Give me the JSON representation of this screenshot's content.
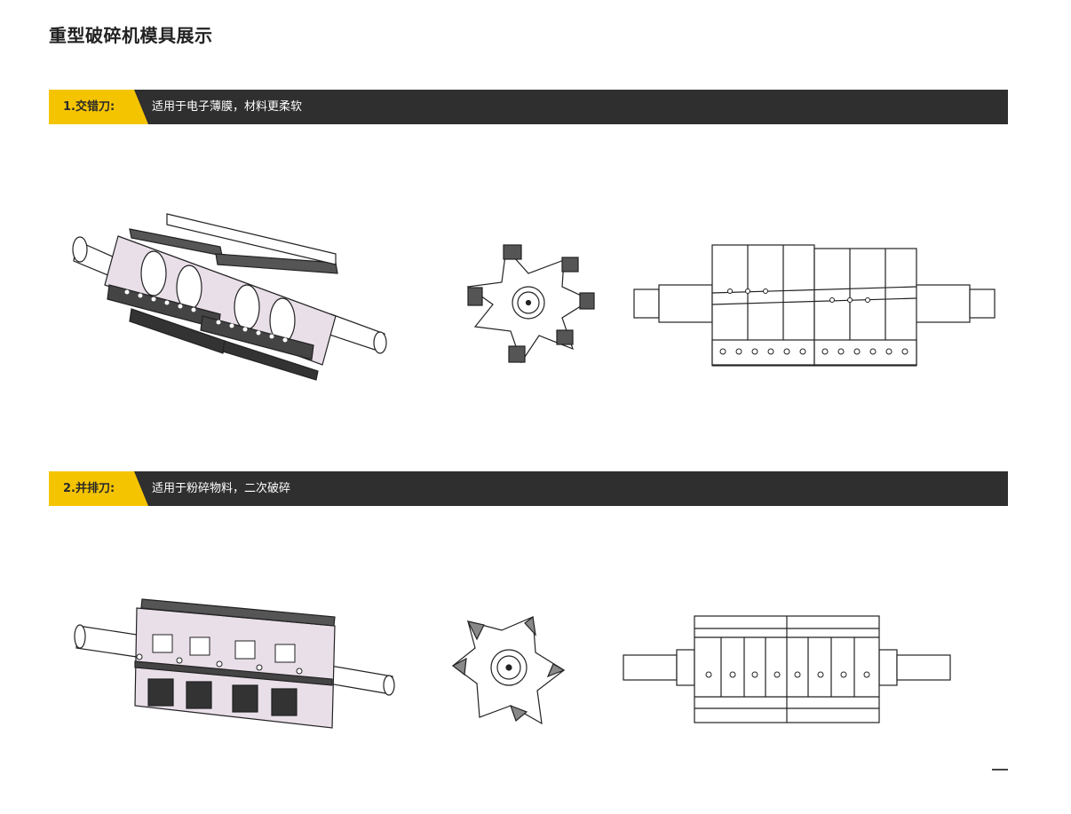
{
  "page": {
    "title": "重型破碎机模具展示"
  },
  "sections": [
    {
      "label": "1.交错刀:",
      "description": "适用于电子薄膜，材料更柔软",
      "accent_color": "#f5c400",
      "band_color": "#2f2f2f"
    },
    {
      "label": "2.并排刀:",
      "description": "适用于粉碎物料，二次破碎",
      "accent_color": "#f5c400",
      "band_color": "#2f2f2f"
    }
  ]
}
